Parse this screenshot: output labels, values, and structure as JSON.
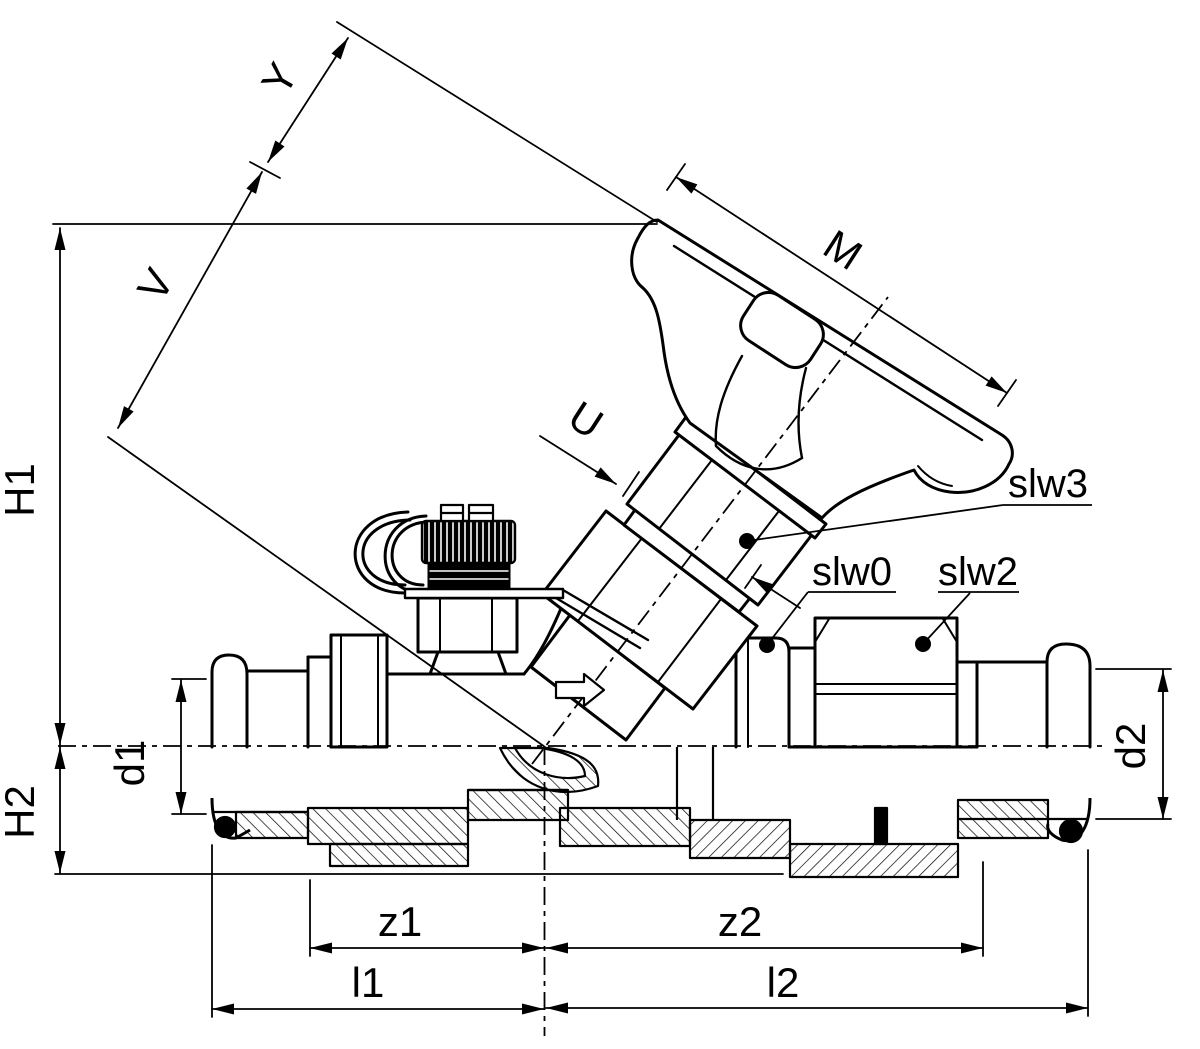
{
  "drawing": {
    "background_color": "#ffffff",
    "line_color": "#000000",
    "dimension_labels": {
      "h1": "H1",
      "h2": "H2",
      "v": "V",
      "y": "Y",
      "u": "U",
      "m": "M",
      "d1": "d1",
      "d2": "d2",
      "z1": "z1",
      "z2": "z2",
      "l1": "l1",
      "l2": "l2"
    },
    "part_labels": {
      "slw0": "slw0",
      "slw2": "slw2",
      "slw3": "slw3"
    }
  }
}
